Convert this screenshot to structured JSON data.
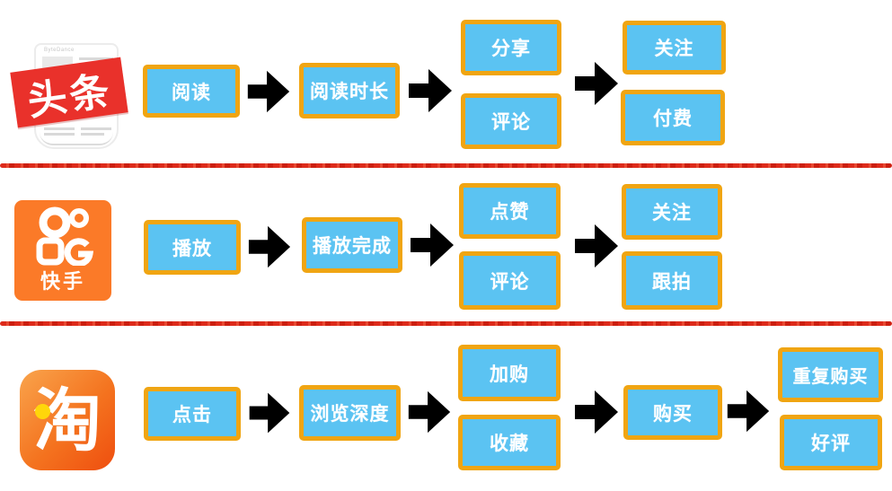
{
  "colors": {
    "box_fill": "#5BC3F2",
    "box_border": "#F0A512",
    "box_text": "#FFFFFF",
    "divider": "#DD2B1B",
    "toutiao_red": "#E9312B",
    "kuaishou_orange": "#FB7A28",
    "taobao_light": "#F9A44C",
    "taobao_deep": "#EF4E0F",
    "taobao_dot": "#FFD60A"
  },
  "rows": [
    {
      "app": "toutiao",
      "logo": {
        "text": "头条",
        "small_text": "ByteDance"
      },
      "steps": {
        "step1": "阅读",
        "step2": "阅读时长",
        "branch1_top": "分享",
        "branch1_bottom": "评论",
        "branch2_top": "关注",
        "branch2_bottom": "付费"
      }
    },
    {
      "app": "kuaishou",
      "logo": {
        "text": "快手"
      },
      "steps": {
        "step1": "播放",
        "step2": "播放完成",
        "branch1_top": "点赞",
        "branch1_bottom": "评论",
        "branch2_top": "关注",
        "branch2_bottom": "跟拍"
      }
    },
    {
      "app": "taobao",
      "logo": {
        "text": "淘"
      },
      "steps": {
        "step1": "点击",
        "step2": "浏览深度",
        "branch1_top": "加购",
        "branch1_bottom": "收藏",
        "middle": "购买",
        "branch2_top": "重复购买",
        "branch2_bottom": "好评"
      }
    }
  ]
}
